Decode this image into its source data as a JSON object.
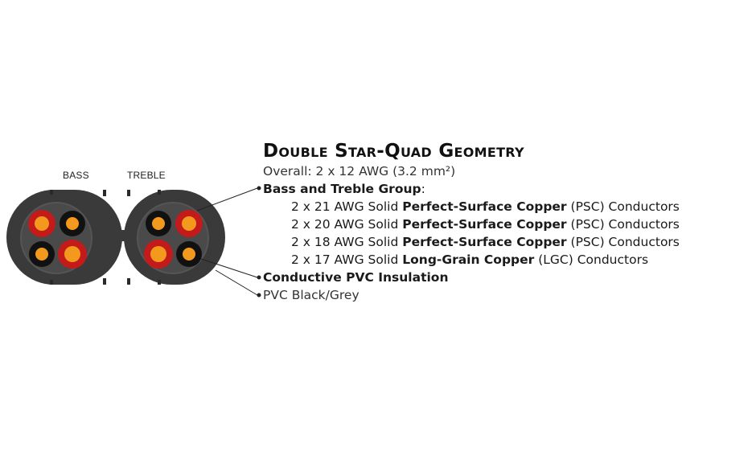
{
  "cable": {
    "left_label": "BASS",
    "right_label": "TREBLE",
    "jacket_color": "#3a3a3a",
    "inner_fill_color": "#4a4a4a",
    "conductor_colors": {
      "red_ring": "#c41a1a",
      "black_ring": "#111111",
      "copper_core": "#f39a1e"
    }
  },
  "spec": {
    "title": "Double Star-Quad Geometry",
    "overall": "Overall: 2 x 12 AWG (3.2 mm²)",
    "group_label": "Bass and Treble Group",
    "group_colon": ":",
    "conductors": [
      {
        "prefix": "2 x 21 AWG Solid ",
        "material": "Perfect-Surface Copper",
        "suffix": " (PSC) Conductors"
      },
      {
        "prefix": "2 x 20 AWG Solid ",
        "material": "Perfect-Surface Copper",
        "suffix": " (PSC) Conductors"
      },
      {
        "prefix": "2 x 18 AWG Solid ",
        "material": "Perfect-Surface Copper",
        "suffix": " (PSC) Conductors"
      },
      {
        "prefix": "2 x 17 AWG Solid ",
        "material": "Long-Grain Copper",
        "suffix": " (LGC) Conductors"
      }
    ],
    "insulation": "Conductive PVC Insulation",
    "jacket": "PVC Black/Grey"
  }
}
